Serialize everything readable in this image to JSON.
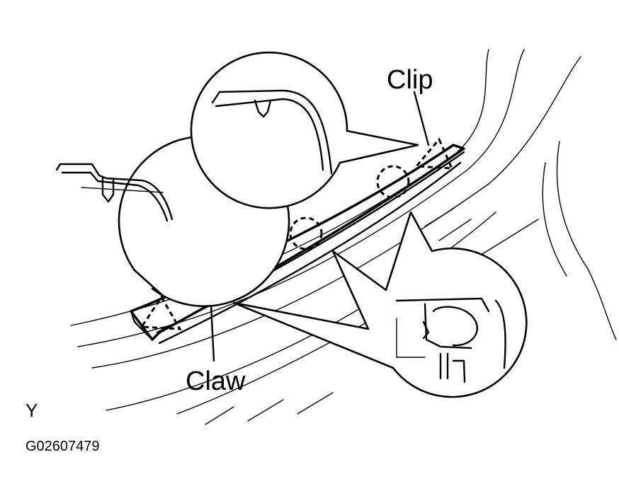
{
  "labels": {
    "clip": "Clip",
    "claw": "Claw",
    "view": "Y",
    "figure_code": "G02607479"
  }
}
